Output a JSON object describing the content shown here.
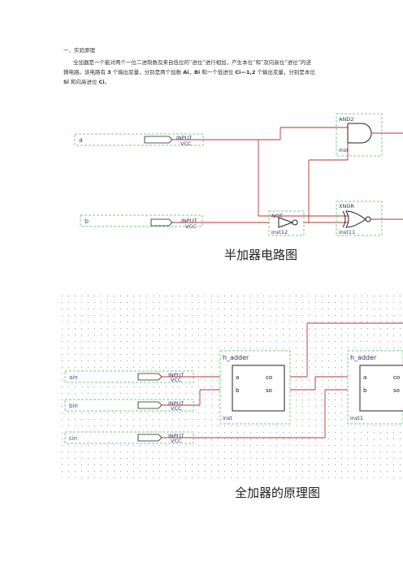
{
  "doc": {
    "heading": "一、实验原理",
    "para": {
      "l1": "全加器是一个能对两个一位二进制数及来自低位的“进位”进行相加，产生本位“和”及向高位“进位”的逻",
      "l2a": "辑电路。该电路有 ",
      "l2b": "3",
      "l2c": " 个输出变量，分别是两个加数 ",
      "l2d": "Ai",
      "l2e": "，",
      "l2f": "Bi",
      "l2g": " 和一个低进位 ",
      "l2h": "Ci—1,2",
      "l2i": " 个输出变量，分别是本位",
      "l3a": "Si",
      "l3b": " 和向高进位 ",
      "l3c": "Ci",
      "l3d": "。"
    },
    "caption1": "半加器电路图",
    "caption2": "全加器的原理图"
  },
  "half_adder": {
    "in_a": "a",
    "in_b": "b",
    "pin_type": "INPUT",
    "pin_vcc": "VCC",
    "and_label": "AND2",
    "and_inst": "inst",
    "xnor_label": "XNOR",
    "xnor_inst": "inst11",
    "not_label": "NOT",
    "not_inst": "inst12"
  },
  "full_adder": {
    "in_ain": "ain",
    "in_bin": "bin",
    "in_cin": "cin",
    "pin_type": "INPUT",
    "pin_vcc": "VCC",
    "block_name": "h_adder",
    "port_a": "a",
    "port_b": "b",
    "port_co": "co",
    "port_so": "so",
    "inst1": "inst",
    "inst2": "inst1"
  }
}
